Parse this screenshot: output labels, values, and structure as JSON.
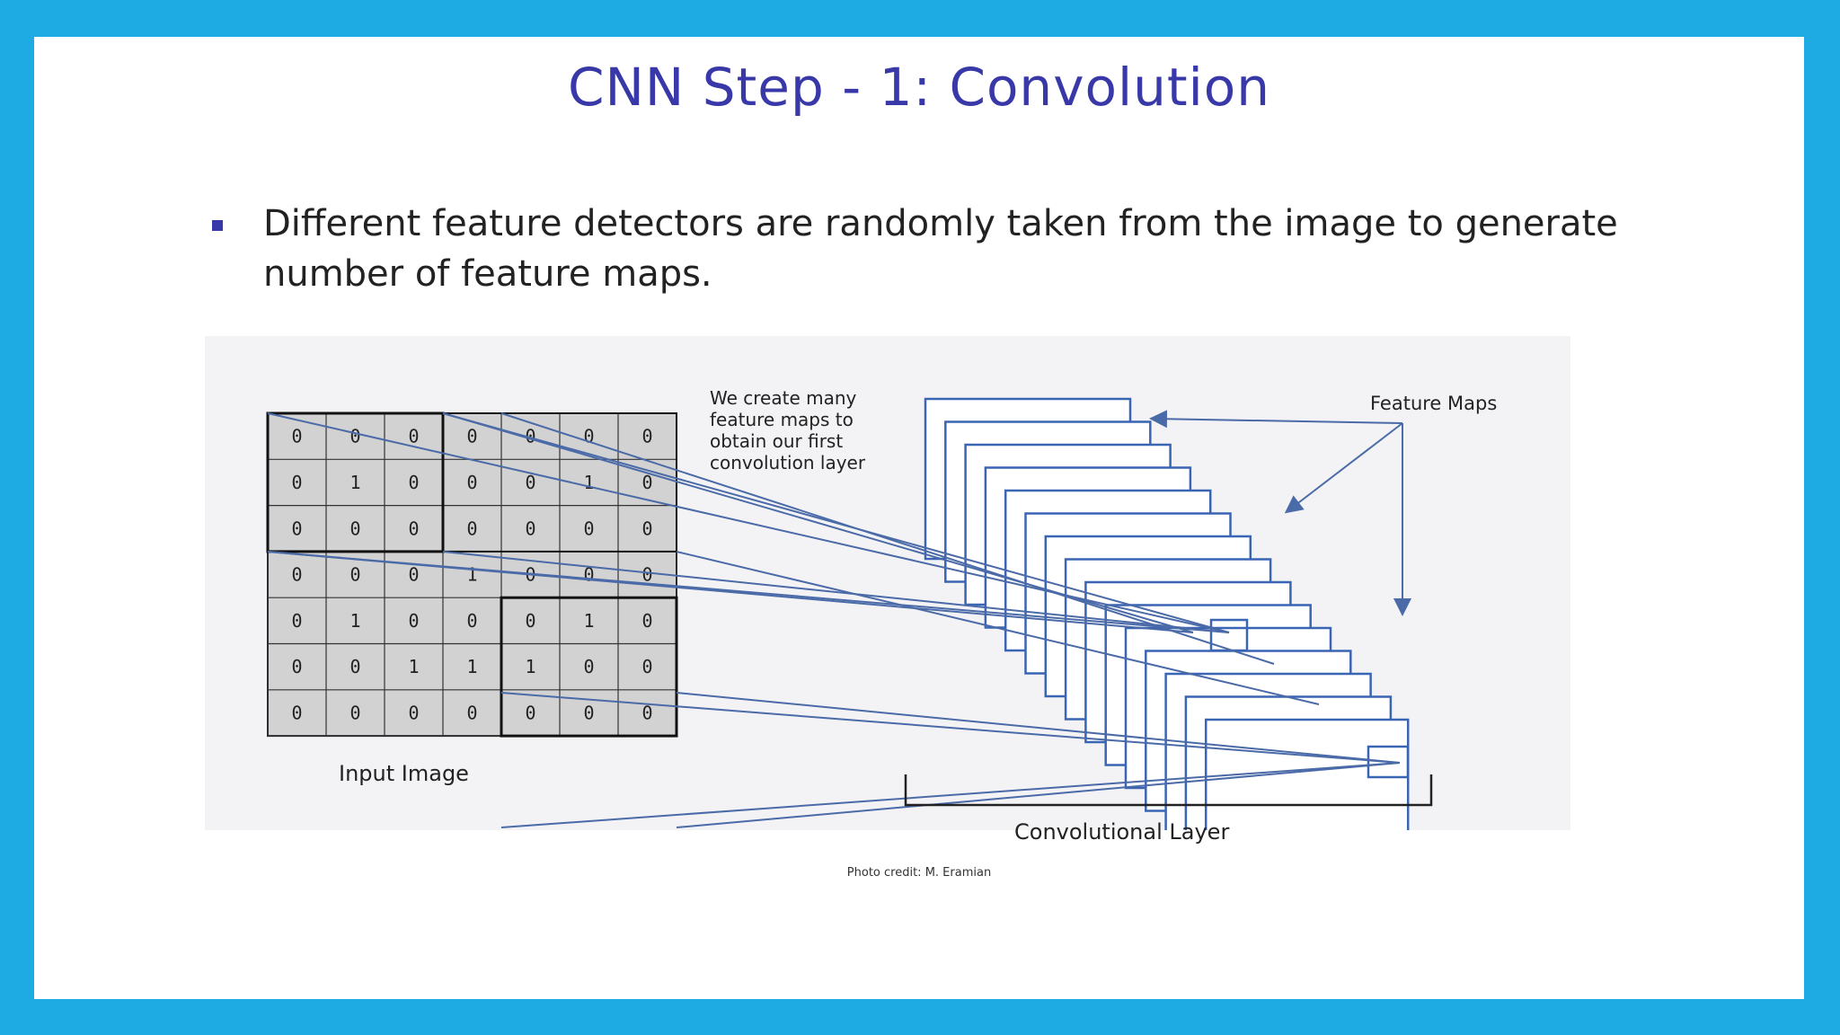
{
  "slide": {
    "title": "CNN Step - 1: Convolution",
    "bullet": "Different feature detectors are randomly taken from the image to generate number of feature maps.",
    "credit": "Photo credit: M. Eramian"
  },
  "figure": {
    "input_image_label": "Input Image",
    "convolutional_layer_label": "Convolutional Layer",
    "feature_maps_label": "Feature Maps",
    "note": "We create many\nfeature maps to\nobtain our first\nconvolution layer",
    "input_matrix": [
      [
        "0",
        "0",
        "0",
        "0",
        "0",
        "0",
        "0"
      ],
      [
        "0",
        "1",
        "0",
        "0",
        "0",
        "1",
        "0"
      ],
      [
        "0",
        "0",
        "0",
        "0",
        "0",
        "0",
        "0"
      ],
      [
        "0",
        "0",
        "0",
        "1",
        "0",
        "0",
        "0"
      ],
      [
        "0",
        "1",
        "0",
        "0",
        "0",
        "1",
        "0"
      ],
      [
        "0",
        "0",
        "1",
        "1",
        "1",
        "0",
        "0"
      ],
      [
        "0",
        "0",
        "0",
        "0",
        "0",
        "0",
        "0"
      ]
    ],
    "feature_map_count": 15
  },
  "colors": {
    "frame": "#1eaae2",
    "title": "#3838a8",
    "line": "#4a6aa8",
    "map_border": "#3a64b4",
    "cell": "#d2d2d2"
  }
}
